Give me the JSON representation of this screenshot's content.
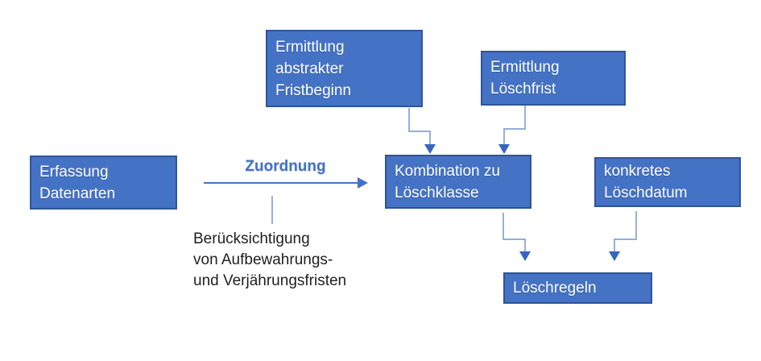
{
  "diagram": {
    "boxes": {
      "fristbeginn": {
        "lines": [
          "Ermittlung",
          "abstrakter",
          "Fristbeginn"
        ]
      },
      "loeschfrist": {
        "lines": [
          "Ermittlung",
          "Löschfrist"
        ]
      },
      "erfassung": {
        "lines": [
          "Erfassung",
          "Datenarten"
        ]
      },
      "kombination": {
        "lines": [
          "Kombination zu",
          "Löschklasse"
        ]
      },
      "loeschdatum": {
        "lines": [
          "konkretes",
          "Löschdatum"
        ]
      },
      "loeschregeln": {
        "lines": [
          "Löschregeln"
        ]
      }
    },
    "labels": {
      "zuordnung": "Zuordnung",
      "note_lines": [
        "Berücksichtigung",
        "von Aufbewahrungs-",
        "und Verjährungsfristen"
      ]
    },
    "colors": {
      "box_fill": "#4472C4",
      "box_border": "#2F5597",
      "box_text": "#FFFFFF",
      "label_blue": "#4472C4",
      "note_text": "#1F1F1F",
      "flow_arrow": "#4472C4",
      "connector_line": "#85A1DB",
      "connector_arrow": "#3765C0"
    }
  }
}
